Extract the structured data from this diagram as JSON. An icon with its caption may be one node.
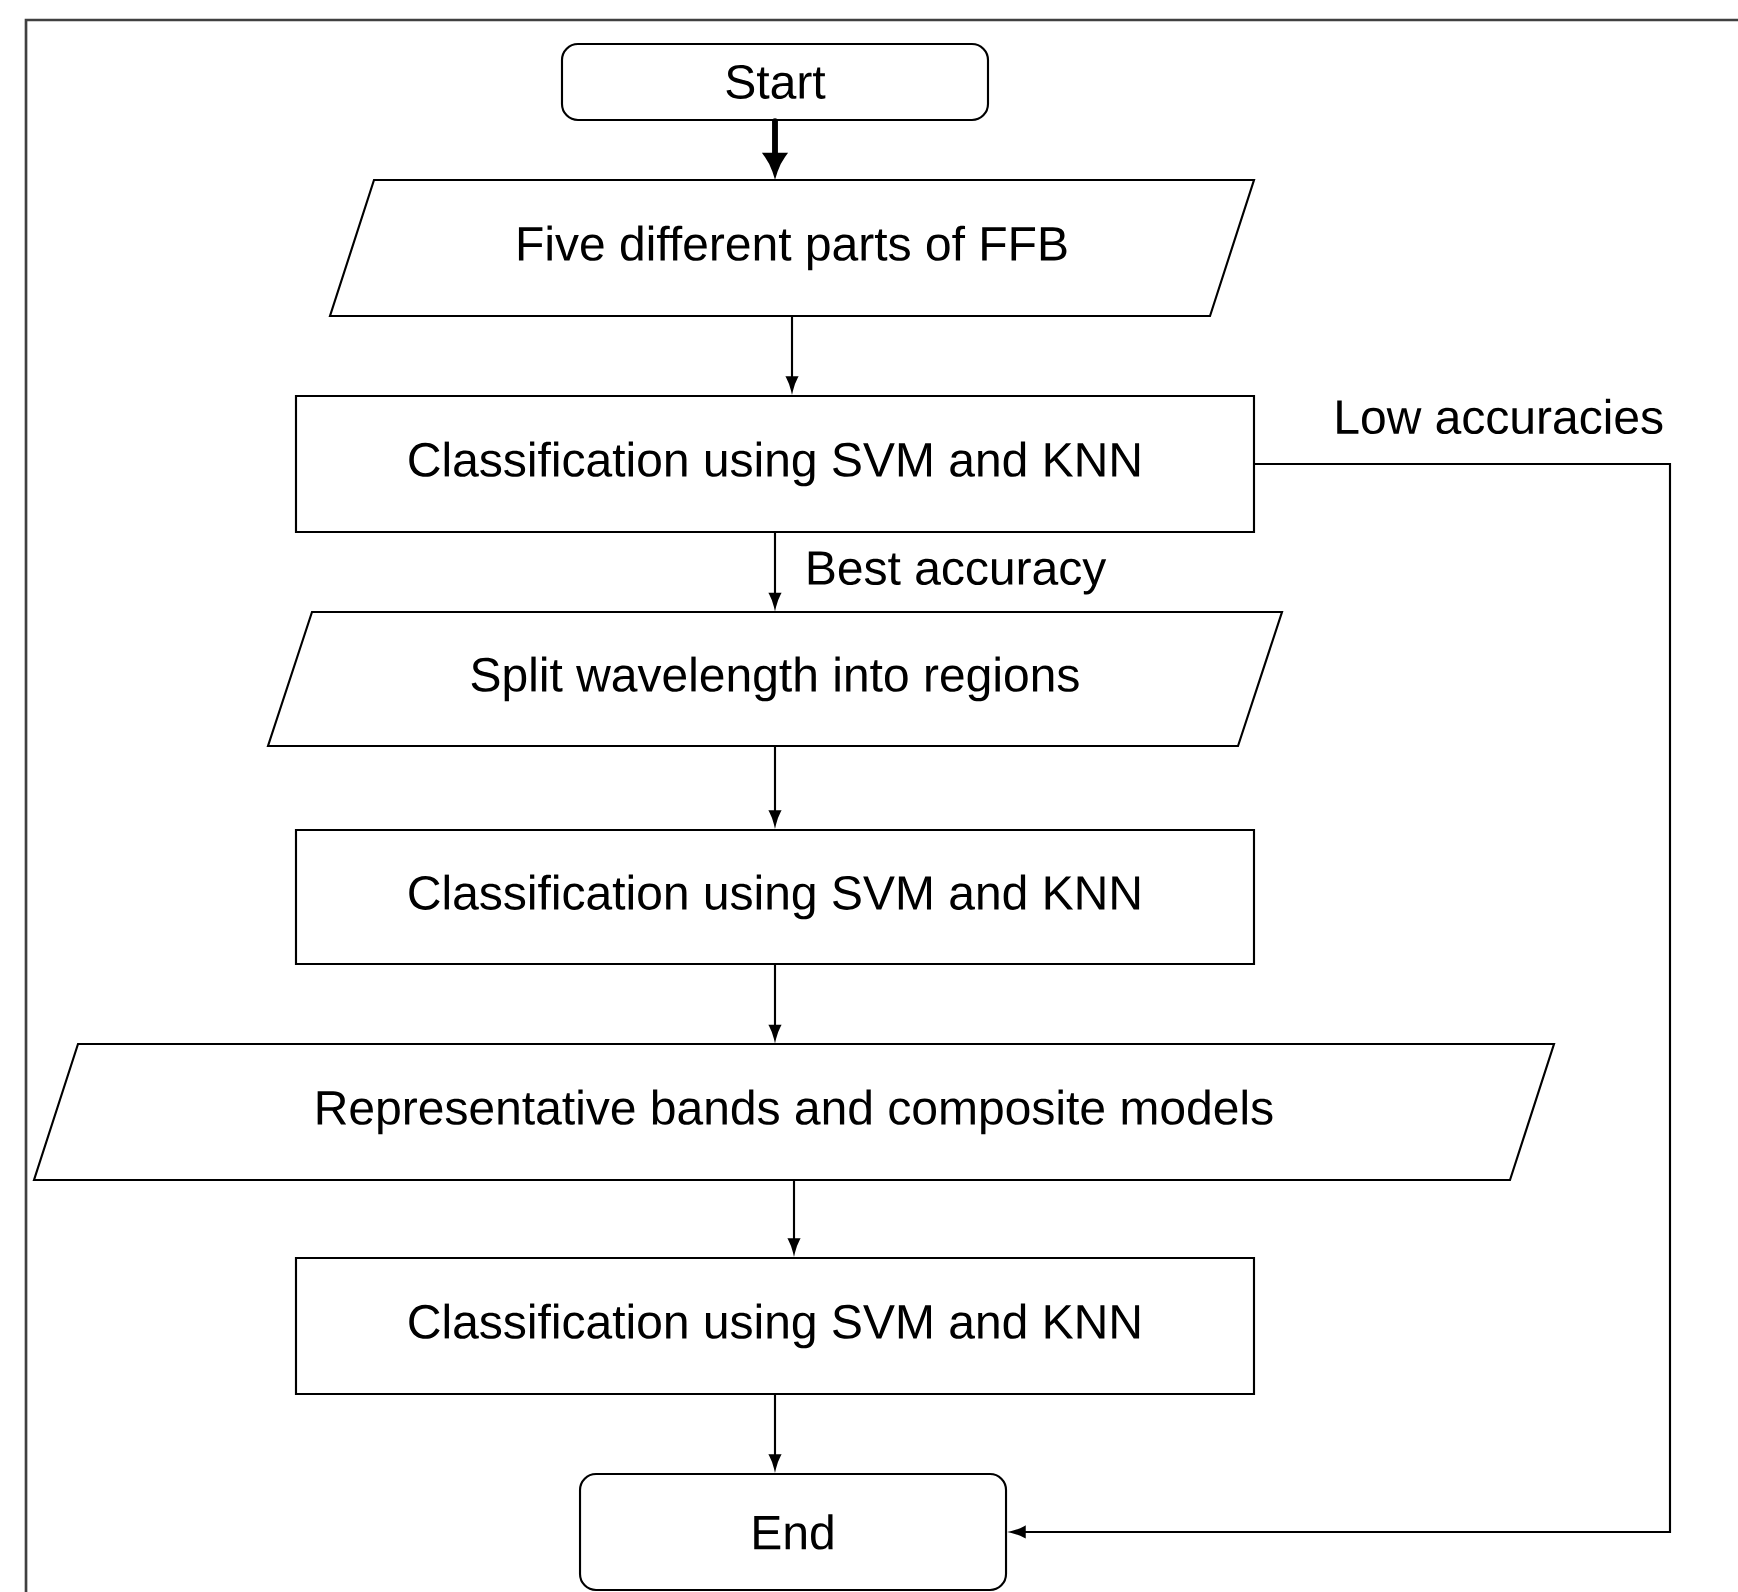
{
  "diagram": {
    "nodes": [
      {
        "text": [
          "Start"
        ]
      },
      {
        "text": [
          "Five different parts of FFB"
        ]
      },
      {
        "text": [
          "Classification using SVM and KNN"
        ]
      },
      {
        "text": [
          "Split wavelength into regions"
        ]
      },
      {
        "text": [
          "Classification using SVM and KNN"
        ]
      },
      {
        "text": [
          "Representative bands and composite models"
        ]
      },
      {
        "text": [
          "Classification using SVM and KNN"
        ]
      },
      {
        "text": [
          "End"
        ]
      }
    ],
    "edges": [
      {
        "from": 0,
        "to": 1,
        "arrow": "to",
        "style": "thick"
      },
      {
        "from": 1,
        "to": 2,
        "arrow": "to"
      },
      {
        "from": 2,
        "to": 3,
        "arrow": "to",
        "label": "Best accuracy"
      },
      {
        "from": 3,
        "to": 4,
        "arrow": "to"
      },
      {
        "from": 4,
        "to": 5,
        "arrow": "to"
      },
      {
        "from": 5,
        "to": 6,
        "arrow": "to"
      },
      {
        "from": 6,
        "to": 7,
        "arrow": "to"
      },
      {
        "from": 2,
        "to": 7,
        "arrow": "to",
        "label": "Low accuracies"
      }
    ]
  }
}
